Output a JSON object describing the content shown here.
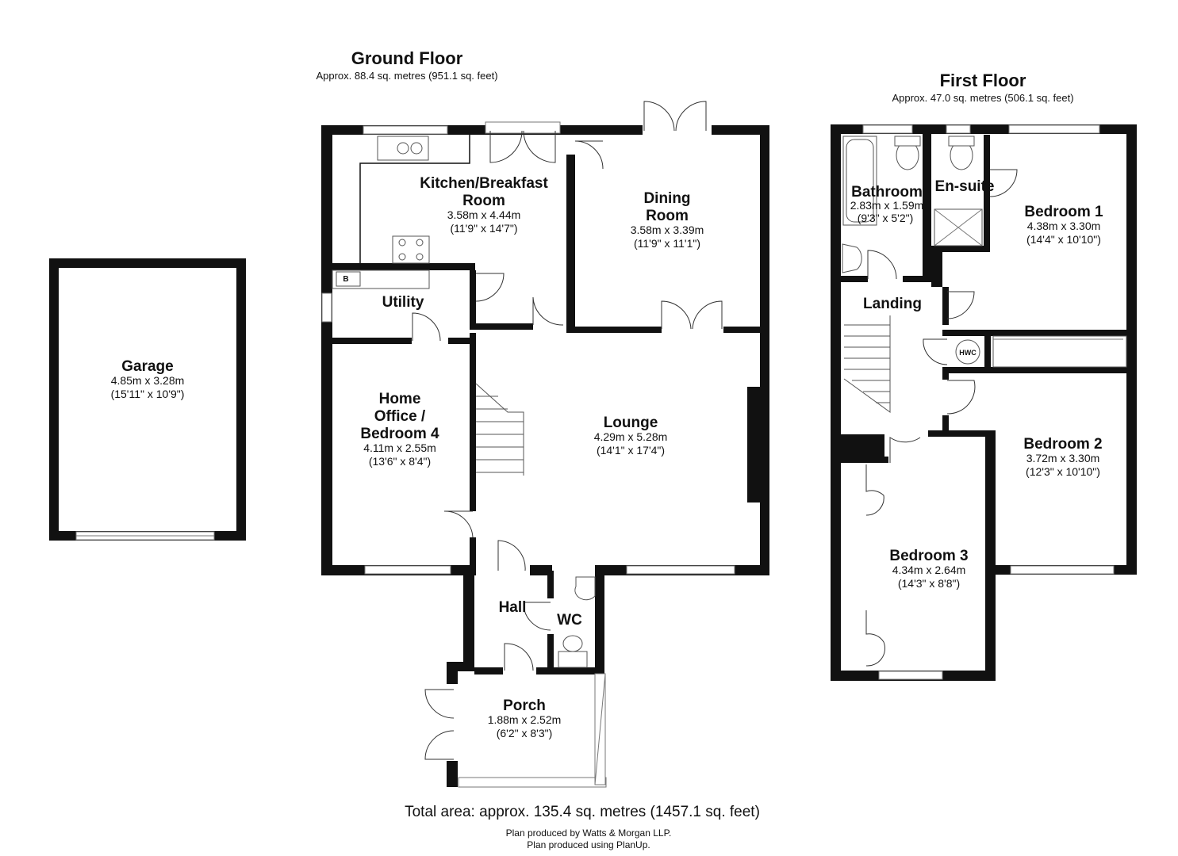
{
  "ground_floor": {
    "title": "Ground Floor",
    "area": "Approx. 88.4 sq. metres (951.1 sq. feet)",
    "rooms": [
      {
        "name_lines": [
          "Kitchen/Breakfast",
          "Room"
        ],
        "metric": "3.58m x 4.44m",
        "imperial": "(11'9\" x 14'7\")"
      },
      {
        "name_lines": [
          "Dining",
          "Room"
        ],
        "metric": "3.58m x 3.39m",
        "imperial": "(11'9\" x 11'1\")"
      },
      {
        "name_lines": [
          "Utility"
        ]
      },
      {
        "name_lines": [
          "Home",
          "Office /",
          "Bedroom 4"
        ],
        "metric": "4.11m x 2.55m",
        "imperial": "(13'6\" x 8'4\")"
      },
      {
        "name_lines": [
          "Lounge"
        ],
        "metric": "4.29m x 5.28m",
        "imperial": "(14'1\" x 17'4\")"
      },
      {
        "name_lines": [
          "Hall"
        ]
      },
      {
        "name_lines": [
          "WC"
        ]
      },
      {
        "name_lines": [
          "Porch"
        ],
        "metric": "1.88m x 2.52m",
        "imperial": "(6'2\" x 8'3\")"
      }
    ]
  },
  "garage": {
    "name_lines": [
      "Garage"
    ],
    "metric": "4.85m x 3.28m",
    "imperial": "(15'11\" x 10'9\")"
  },
  "first_floor": {
    "title": "First Floor",
    "area": "Approx. 47.0 sq. metres (506.1 sq. feet)",
    "rooms": [
      {
        "name_lines": [
          "Bathroom"
        ],
        "metric": "2.83m x 1.59m",
        "imperial": "(9'3\" x 5'2\")"
      },
      {
        "name_lines": [
          "En-suite"
        ]
      },
      {
        "name_lines": [
          "Bedroom 1"
        ],
        "metric": "4.38m x 3.30m",
        "imperial": "(14'4\" x 10'10\")"
      },
      {
        "name_lines": [
          "Landing"
        ]
      },
      {
        "name_lines": [
          "Bedroom 2"
        ],
        "metric": "3.72m x 3.30m",
        "imperial": "(12'3\" x 10'10\")"
      },
      {
        "name_lines": [
          "Bedroom 3"
        ],
        "metric": "4.34m x 2.64m",
        "imperial": "(14'3\" x 8'8\")"
      }
    ]
  },
  "fixture_labels": {
    "boiler": "B",
    "hot_water_cylinder": "HWC"
  },
  "total_area": "Total area: approx. 135.4 sq. metres (1457.1 sq. feet)",
  "credits": [
    "Plan produced by Watts & Morgan LLP.",
    "Plan produced using PlanUp."
  ]
}
